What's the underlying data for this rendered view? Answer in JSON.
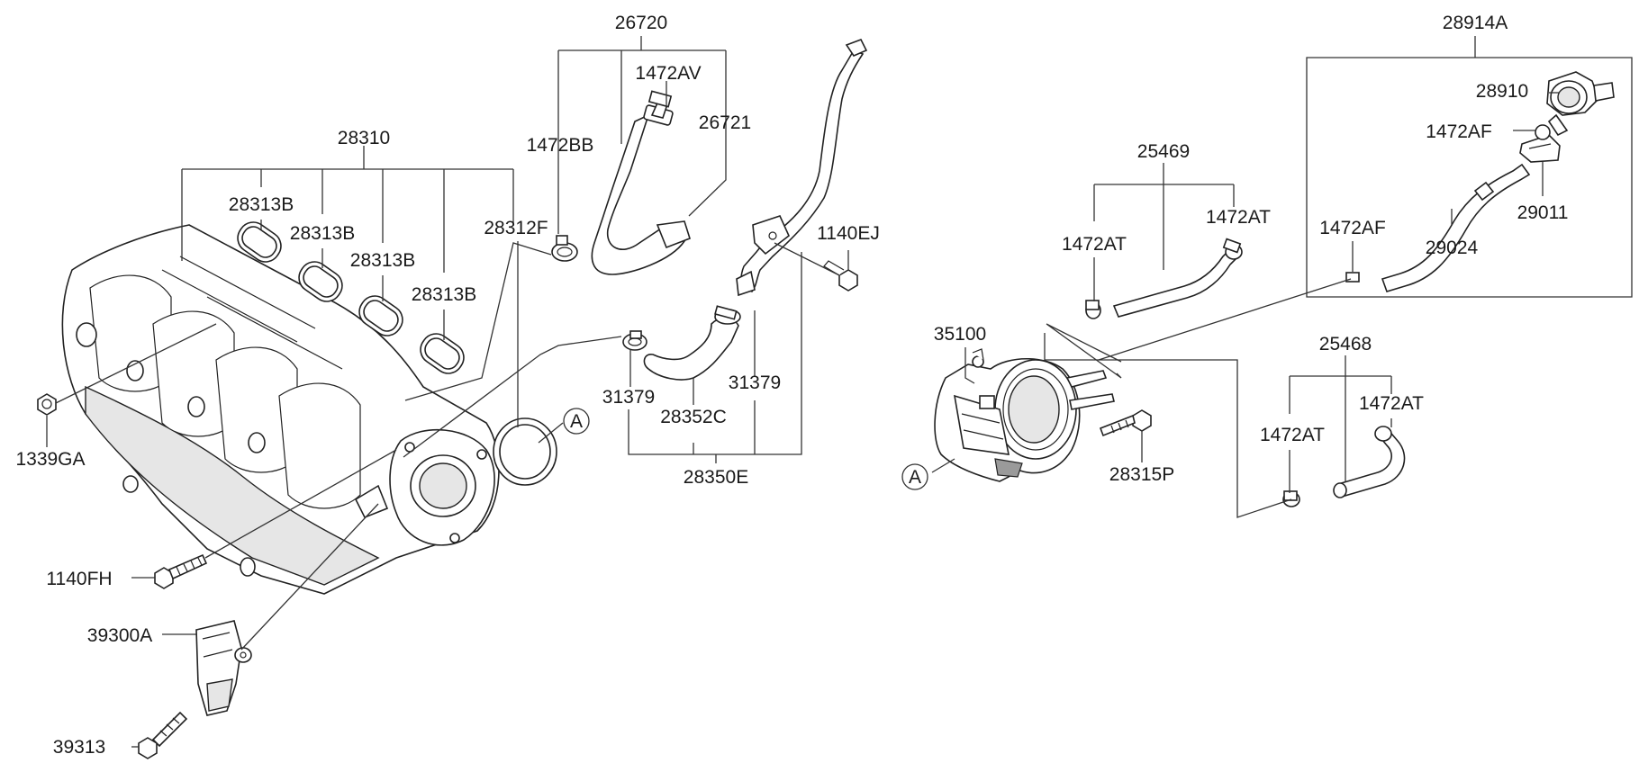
{
  "labels": {
    "p26720": "26720",
    "p1472AV": "1472AV",
    "p1472BB": "1472BB",
    "p26721": "26721",
    "p28310": "28310",
    "p28313B_1": "28313B",
    "p28313B_2": "28313B",
    "p28313B_3": "28313B",
    "p28313B_4": "28313B",
    "p28312F": "28312F",
    "p1140EJ": "1140EJ",
    "p1339GA": "1339GA",
    "p31379_left": "31379",
    "p31379_right": "31379",
    "p28352C": "28352C",
    "p28350E": "28350E",
    "p1140FH": "1140FH",
    "p39300A": "39300A",
    "p39313": "39313",
    "p25469": "25469",
    "p1472AT_1": "1472AT",
    "p1472AT_2": "1472AT",
    "p35100": "35100",
    "p28315P": "28315P",
    "p25468": "25468",
    "p1472AT_3": "1472AT",
    "p1472AT_4": "1472AT",
    "p28914A": "28914A",
    "p28910": "28910",
    "p1472AF_1": "1472AF",
    "p1472AF_2": "1472AF",
    "p29011": "29011",
    "p29024": "29024"
  },
  "callouts": {
    "ref_a_manifold": "A",
    "ref_a_throttle": "A"
  }
}
